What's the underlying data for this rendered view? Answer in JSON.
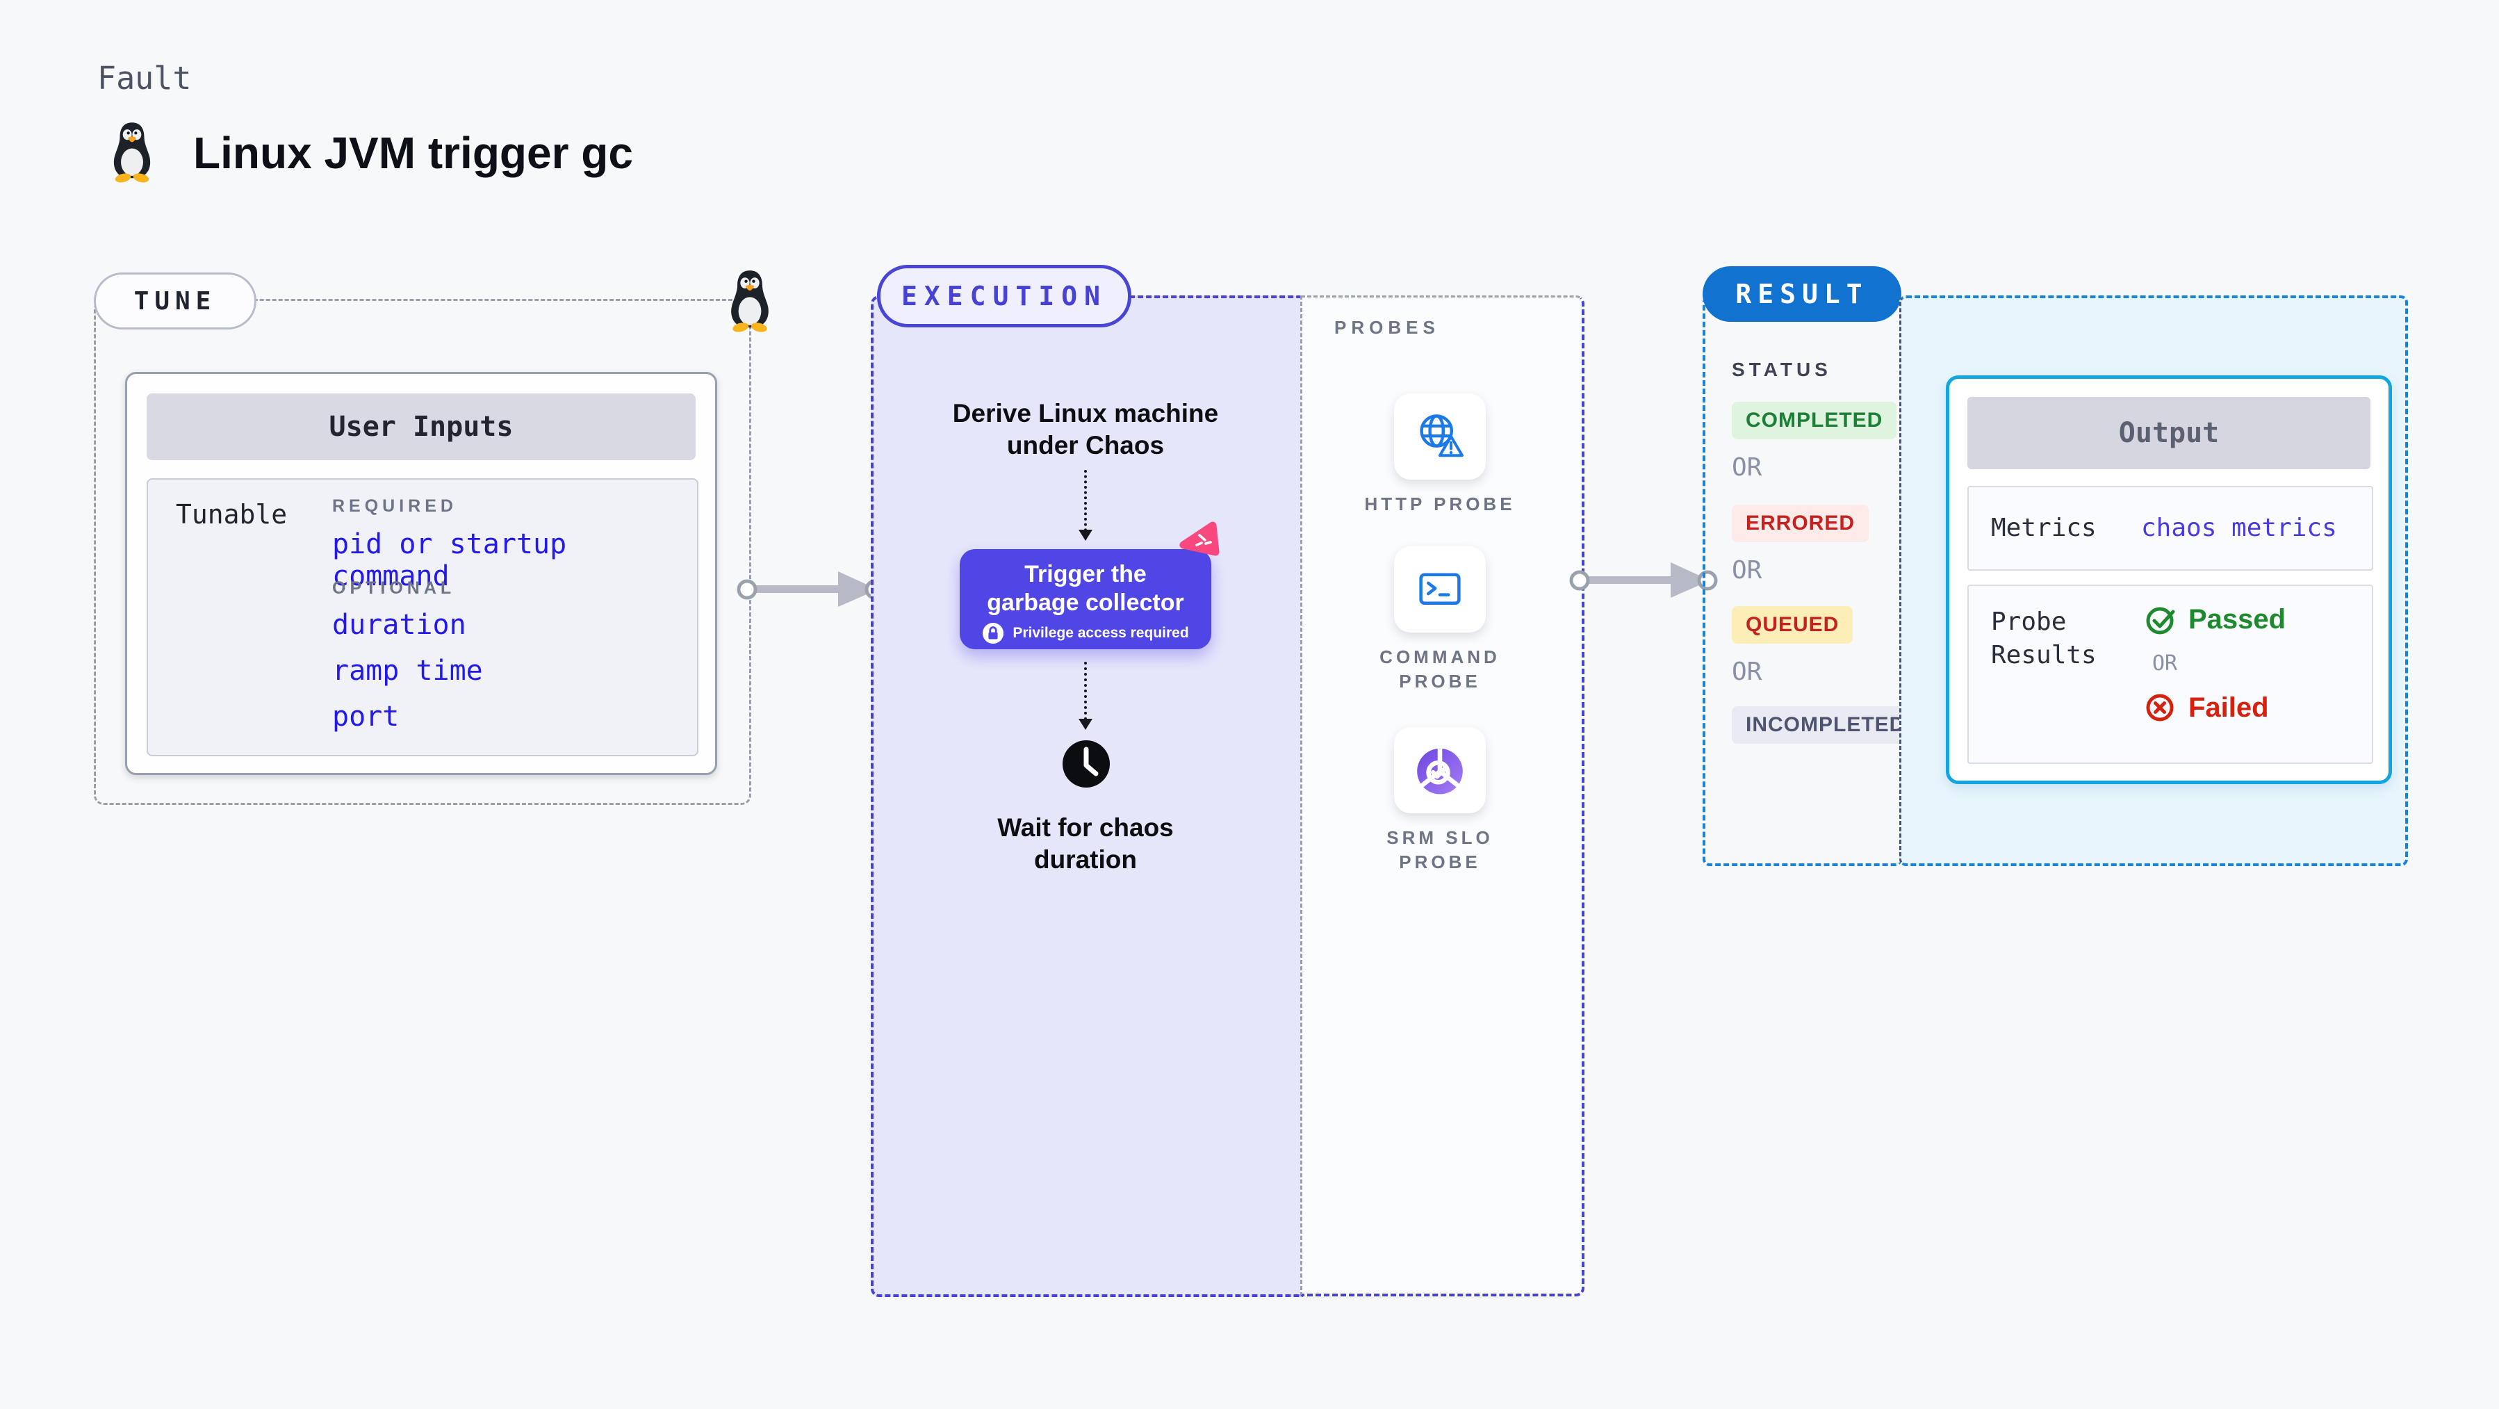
{
  "header": {
    "eyebrow": "Fault",
    "title": "Linux JVM trigger gc"
  },
  "icons": {
    "header": "tux-penguin-icon",
    "tune_corner": "tux-penguin-icon",
    "http_probe": "globe-warning-icon",
    "command_probe": "terminal-icon",
    "srm_probe": "slo-pie-check-icon",
    "wait_step": "clock-icon",
    "privilege": "lock-icon",
    "action_corner": "chaos-experiment-icon",
    "passed": "check-circle-icon",
    "failed": "x-circle-icon"
  },
  "tune": {
    "pill": "TUNE",
    "card_title": "User Inputs",
    "row_label": "Tunable",
    "required_heading": "REQUIRED",
    "required_items": [
      "pid or startup command"
    ],
    "optional_heading": "OPTIONAL",
    "optional_items": [
      "duration",
      "ramp time",
      "port"
    ]
  },
  "execution": {
    "pill": "EXECUTION",
    "derive_line1": "Derive Linux machine",
    "derive_line2": "under Chaos",
    "action_line1": "Trigger the",
    "action_line2": "garbage collector",
    "action_note": "Privilege access required",
    "wait_line1": "Wait for chaos",
    "wait_line2": "duration"
  },
  "probes": {
    "heading": "PROBES",
    "items": [
      {
        "line1": "HTTP PROBE",
        "line2": ""
      },
      {
        "line1": "COMMAND",
        "line2": "PROBE"
      },
      {
        "line1": "SRM SLO",
        "line2": "PROBE"
      }
    ]
  },
  "result": {
    "pill": "RESULT",
    "status_heading": "STATUS",
    "or": "OR",
    "badges": [
      {
        "text": "COMPLETED",
        "fg": "#1b8035",
        "bg": "#def4de"
      },
      {
        "text": "ERRORED",
        "fg": "#c5221f",
        "bg": "#fcebe9"
      },
      {
        "text": "QUEUED",
        "fg": "#c5221f",
        "bg": "#fdeeb8"
      },
      {
        "text": "INCOMPLETED",
        "fg": "#4d5370",
        "bg": "#e9eaf2"
      }
    ],
    "output": {
      "title": "Output",
      "metrics_label": "Metrics",
      "metrics_value": "chaos metrics",
      "probe_results_label": "Probe Results",
      "passed": "Passed",
      "or": "OR",
      "failed": "Failed"
    }
  },
  "colors": {
    "page_bg": "#f7f8fa",
    "indigo_border": "#4643cf",
    "execution_fill": "#e6e6fb",
    "action_button_bg": "#4f46e5",
    "result_dash_blue": "#1c82d4",
    "result_pill_bg": "#1173cf",
    "output_panel_bg": "#e8f5fc",
    "output_card_border": "#14a4de",
    "tunable_link_blue": "#2319ea",
    "metrics_value_indigo": "#4a3be0",
    "probe_icon_blue": "#1c79e8",
    "gray_dash": "#9aa0ab",
    "passed_green": "#1d8a2e",
    "failed_red": "#d5220f",
    "chaos_pink": "#f8487e"
  }
}
